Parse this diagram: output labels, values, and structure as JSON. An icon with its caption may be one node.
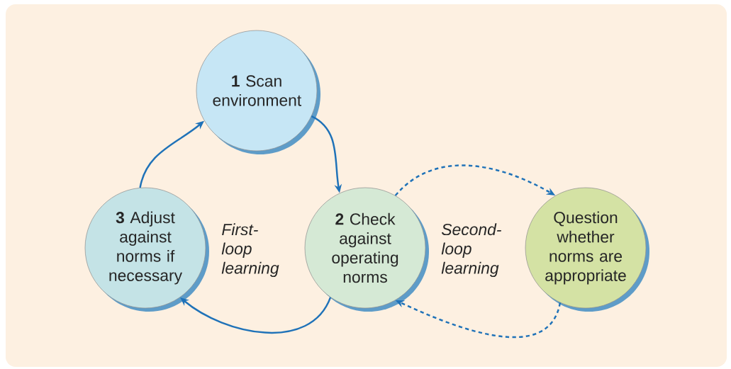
{
  "diagram": {
    "nodes": [
      {
        "text": [
          "**1** Scan environment"
        ]
      },
      {
        "text": [
          "**3** Adjust against norms if necessary"
        ]
      },
      {
        "text": [
          "**2** Check against operating norms"
        ]
      },
      {
        "text": [
          "Question whether norms are appropriate"
        ]
      }
    ],
    "edges": [
      {
        "from": 0,
        "to": 2,
        "arrow": "to"
      },
      {
        "from": 2,
        "to": 1,
        "arrow": "to"
      },
      {
        "from": 1,
        "to": 0,
        "arrow": "to"
      },
      {
        "from": 2,
        "to": 3,
        "arrow": "to",
        "style": "dashed"
      },
      {
        "from": 3,
        "to": 2,
        "arrow": "to",
        "style": "dashed"
      }
    ],
    "labels": [
      "First-loop learning",
      "Second-loop learning"
    ]
  }
}
